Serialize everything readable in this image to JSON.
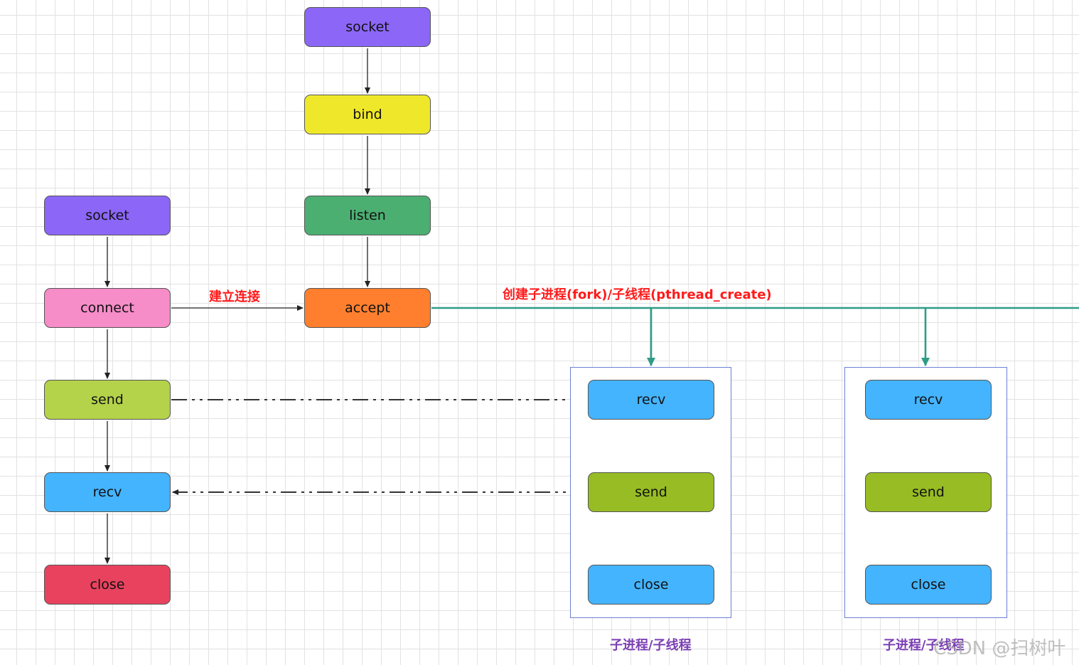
{
  "colors": {
    "purple": "#8c66f7",
    "yellow": "#efe82a",
    "green": "#4caf72",
    "pink": "#f68cc8",
    "orange": "#ff7f2e",
    "lime": "#b4d24a",
    "blue": "#44b4ff",
    "red": "#e8425e",
    "olive": "#97bc24",
    "teal": "#2e9c86",
    "label_red": "#ff1a1a",
    "label_purple": "#7b3fb3"
  },
  "server": {
    "socket": "socket",
    "bind": "bind",
    "listen": "listen",
    "accept": "accept"
  },
  "client": {
    "socket": "socket",
    "connect": "connect",
    "send": "send",
    "recv": "recv",
    "close": "close"
  },
  "labels": {
    "connect_edge": "建立连接",
    "fork_edge": "创建子进程(fork)/子线程(pthread_create)"
  },
  "workers": [
    {
      "recv": "recv",
      "send": "send",
      "close": "close",
      "caption": "子进程/子线程"
    },
    {
      "recv": "recv",
      "send": "send",
      "close": "close",
      "caption": "子进程/子线程"
    }
  ],
  "watermark": "CSDN @扫树叶"
}
